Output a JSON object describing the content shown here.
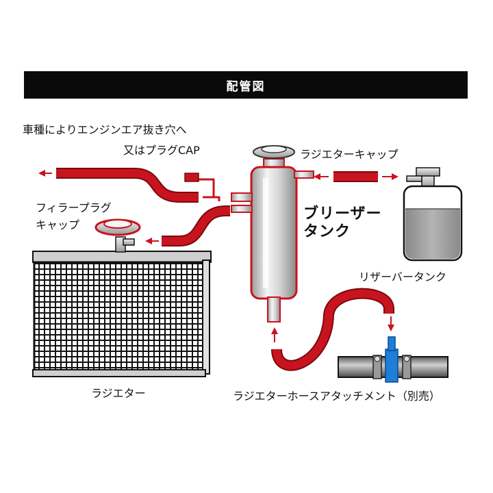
{
  "title": "配管図",
  "labels": {
    "engine_note_line1": "車種によりエンジンエア抜き穴へ",
    "engine_note_line2": "又はプラグCAP",
    "radiator_cap": "ラジエターキャップ",
    "filler_plug_line1": "フィラープラグ",
    "filler_plug_line2": "キャップ",
    "breather_line1": "ブリーザー",
    "breather_line2": "タンク",
    "reserve_tank": "リザーバータンク",
    "radiator": "ラジエター",
    "hose_attachment": "ラジエターホースアタッチメント（別売）"
  },
  "colors": {
    "hose": "#c8141e",
    "hose_outline": "#7a0a10",
    "title_bg": "#0a0a0a",
    "tank_fluid": "#9a9a9a",
    "attachment_blue": "#1e7ed8",
    "pipe_gray": "#7a7a7a"
  }
}
